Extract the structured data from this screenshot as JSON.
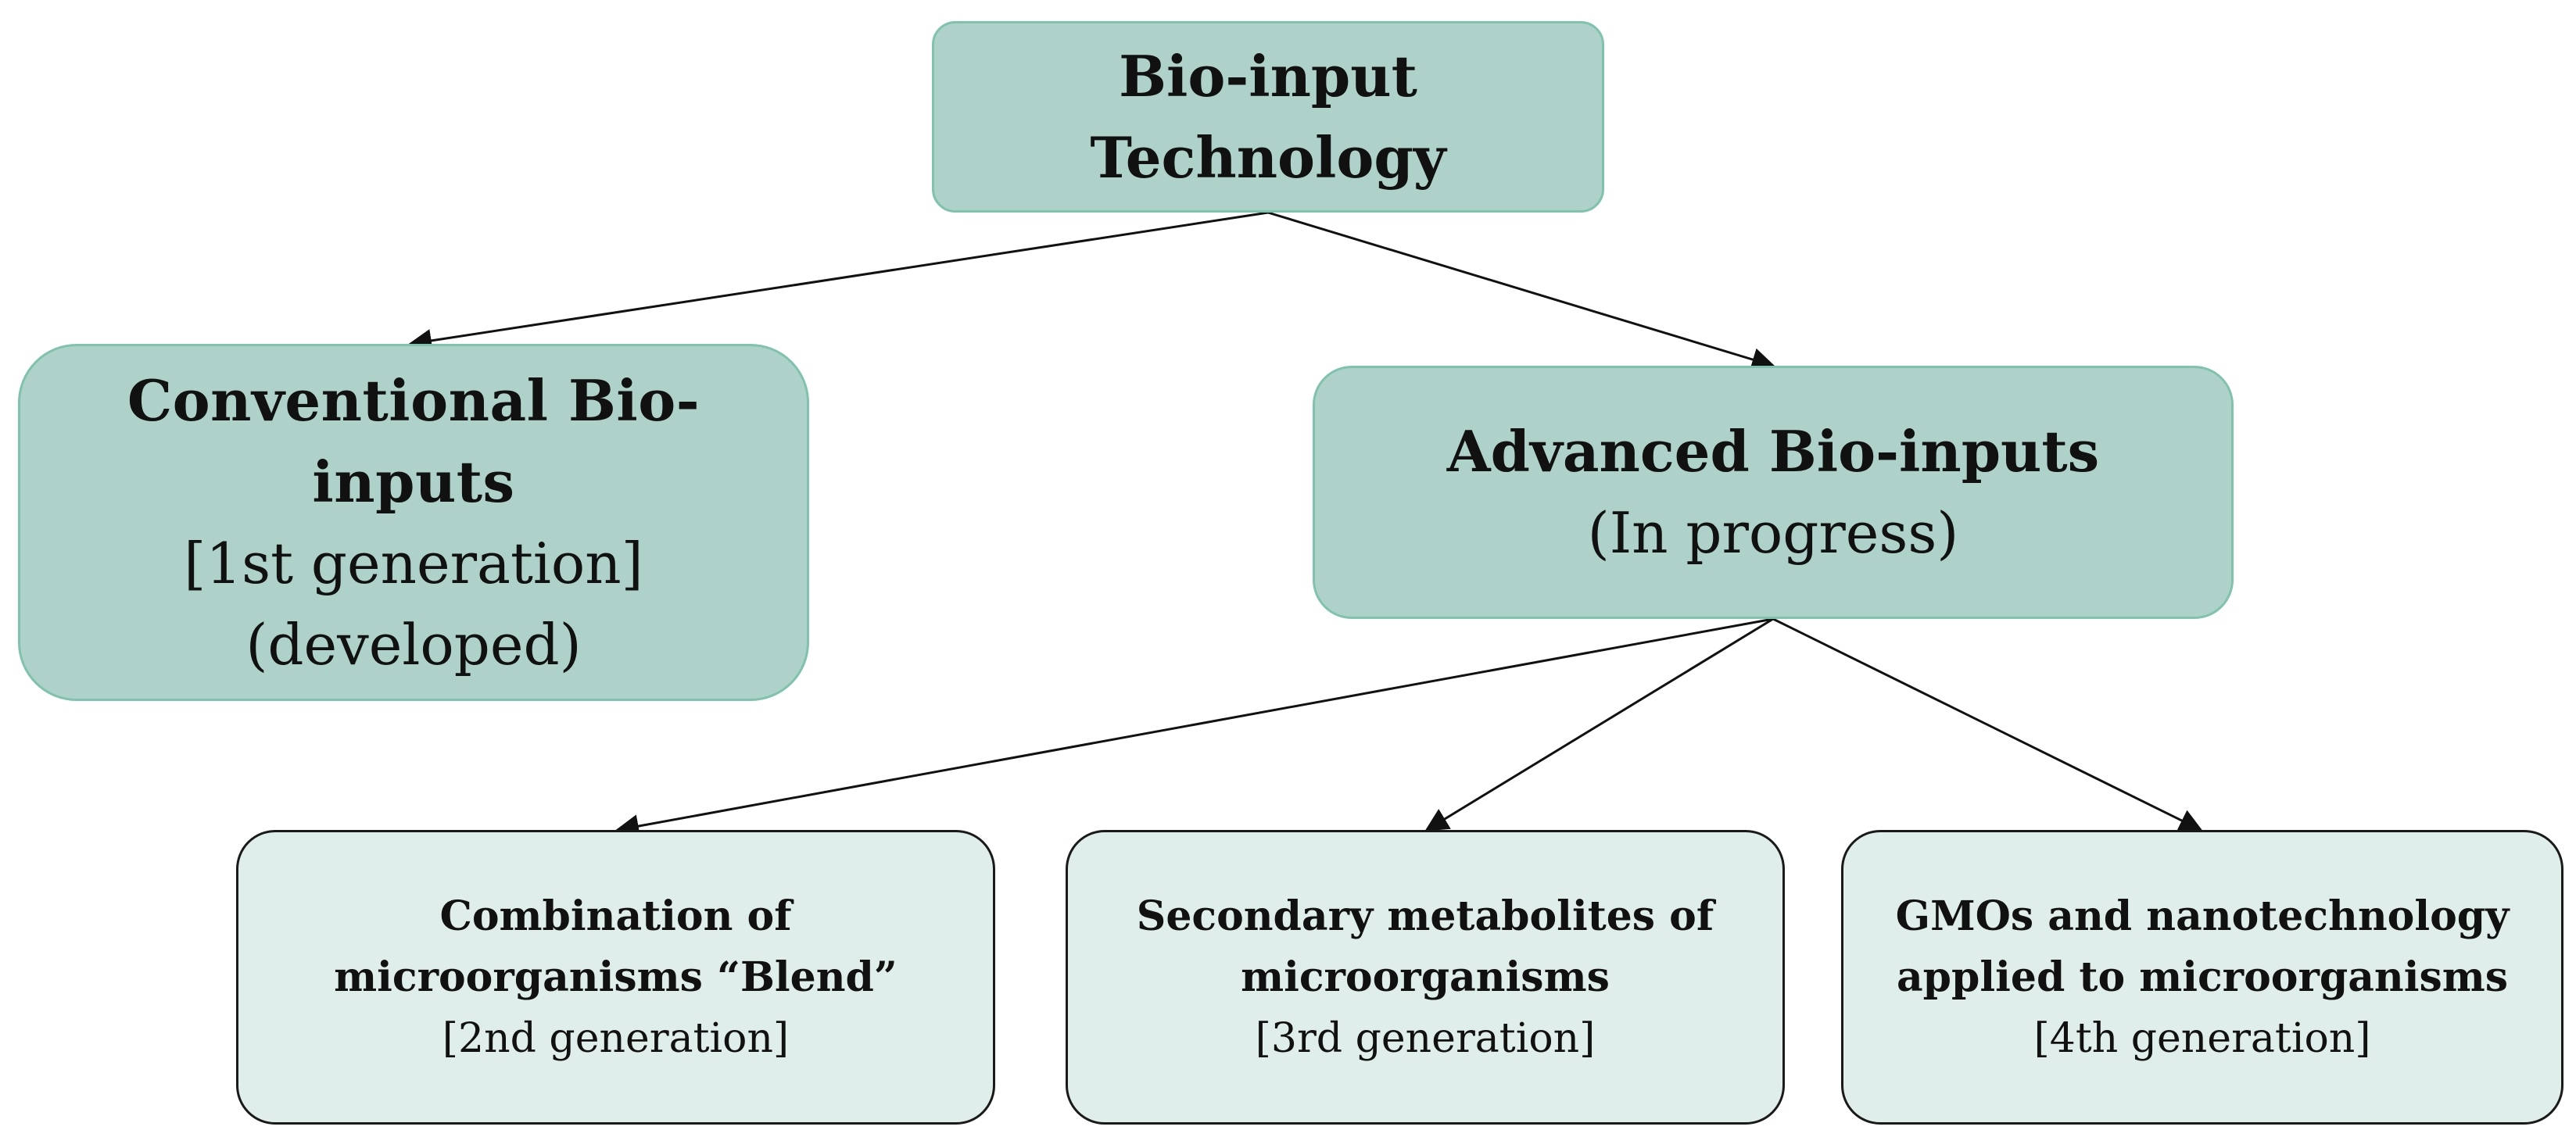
{
  "diagram": {
    "root": {
      "line1": "Bio-input",
      "line2": "Technology"
    },
    "conventional": {
      "line1": "Conventional Bio-",
      "line2": "inputs",
      "line3": "[1st generation]",
      "line4": "(developed)"
    },
    "advanced": {
      "line1": "Advanced Bio-inputs",
      "line2": "(In progress)"
    },
    "blend": {
      "line1": "Combination of",
      "line2": "microorganisms “Blend”",
      "line3": "[2nd generation]"
    },
    "metabolites": {
      "line1": "Secondary metabolites of",
      "line2": "microorganisms",
      "line3": "[3rd generation]"
    },
    "gmo": {
      "line1": "GMOs and nanotechnology",
      "line2": "applied to microorganisms",
      "line3": "[4th generation]"
    },
    "colors": {
      "primary_fill": "#aed2c9",
      "primary_border": "#7fc2ad",
      "secondary_fill": "#dfeeea",
      "secondary_border": "#1a1a1a",
      "connector": "#111111"
    },
    "edges": [
      {
        "from": "root",
        "to": "conventional"
      },
      {
        "from": "root",
        "to": "advanced"
      },
      {
        "from": "advanced",
        "to": "blend"
      },
      {
        "from": "advanced",
        "to": "metabolites"
      },
      {
        "from": "advanced",
        "to": "gmo"
      }
    ]
  }
}
